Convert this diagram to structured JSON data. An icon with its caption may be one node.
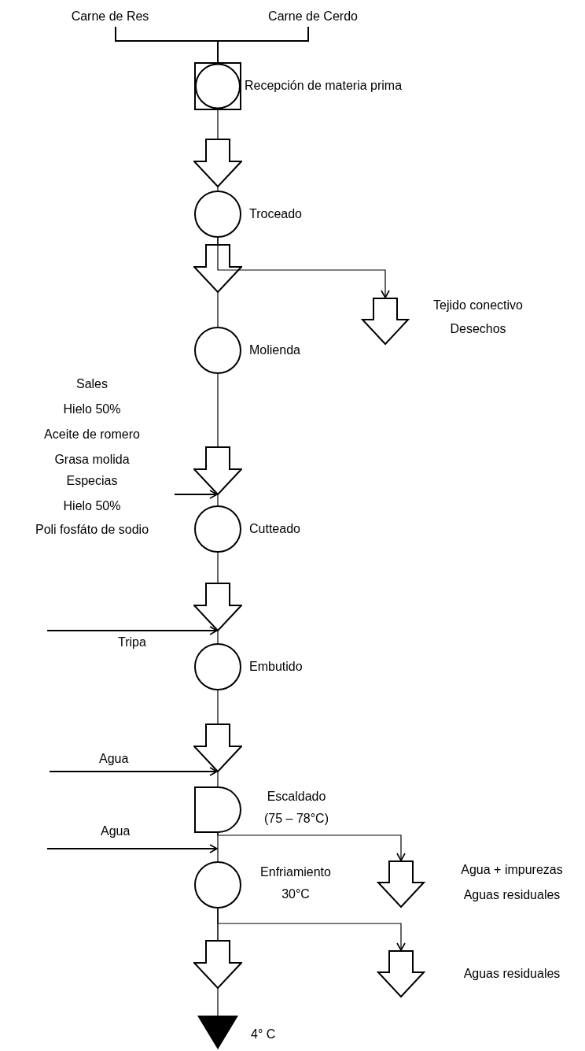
{
  "diagram": {
    "nodes": [
      {
        "text": [
          "Carne de Res"
        ]
      },
      {
        "text": [
          "Carne de Cerdo"
        ]
      },
      {
        "text": [
          "Recepción de materia prima"
        ]
      },
      {
        "text": [
          "Troceado"
        ]
      },
      {
        "text": [
          "Tejido conectivo",
          "Desechos"
        ]
      },
      {
        "text": [
          "Molienda"
        ]
      },
      {
        "text": [
          "Sales",
          "Hielo 50%",
          "Aceite de romero",
          "Grasa molida",
          "Especias",
          "Hielo 50%",
          "Poli fosfáto de sodio"
        ]
      },
      {
        "text": [
          "Cutteado"
        ]
      },
      {
        "text": [
          "Embutido"
        ]
      },
      {
        "text": [
          "Escaldado",
          "(75 – 78°C)"
        ]
      },
      {
        "text": [
          "Agua + impurezas",
          "Aguas residuales"
        ]
      },
      {
        "text": [
          "Enfriamiento",
          "30°C"
        ]
      },
      {
        "text": [
          "Aguas residuales"
        ]
      },
      {
        "text": [
          "4° C"
        ]
      }
    ],
    "edges": [
      {
        "from": 0,
        "to": 2,
        "arrow": "none"
      },
      {
        "from": 1,
        "to": 2,
        "arrow": "none"
      },
      {
        "from": 2,
        "to": 3,
        "arrow": "to"
      },
      {
        "from": 3,
        "to": 5,
        "arrow": "to"
      },
      {
        "from": 3,
        "to": 4,
        "arrow": "to"
      },
      {
        "from": 5,
        "to": 7,
        "arrow": "to"
      },
      {
        "from": 6,
        "to": 7,
        "arrow": "to"
      },
      {
        "from": 7,
        "to": 8,
        "arrow": "to"
      },
      {
        "from": null,
        "to": 8,
        "arrow": "to",
        "label": "Tripa"
      },
      {
        "from": 8,
        "to": 9,
        "arrow": "to"
      },
      {
        "from": null,
        "to": 9,
        "arrow": "to",
        "label": "Agua"
      },
      {
        "from": 9,
        "to": 11,
        "arrow": "none"
      },
      {
        "from": 9,
        "to": 10,
        "arrow": "to"
      },
      {
        "from": null,
        "to": 11,
        "arrow": "to",
        "label": "Agua"
      },
      {
        "from": 11,
        "to": 13,
        "arrow": "to"
      },
      {
        "from": 11,
        "to": 12,
        "arrow": "to"
      }
    ]
  }
}
